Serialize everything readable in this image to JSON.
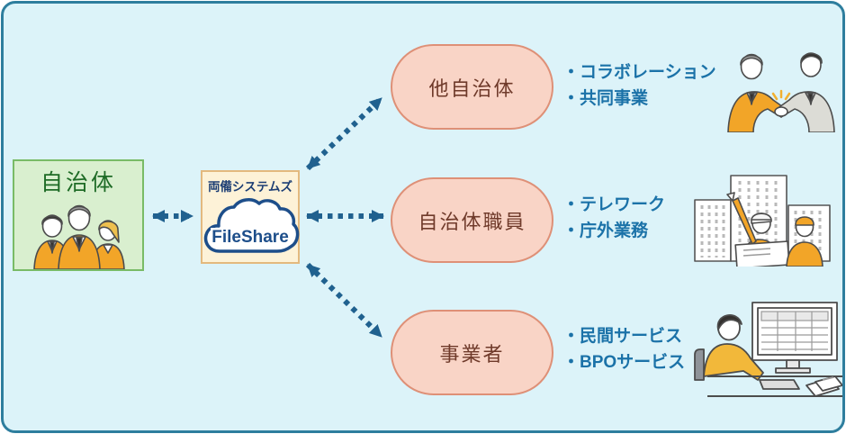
{
  "diagram": {
    "source": {
      "label": "自治体"
    },
    "hub": {
      "vendor": "両備システムズ",
      "product": "FileShare"
    },
    "targets": [
      {
        "label": "他自治体",
        "bullets": [
          "・コラボレーション",
          "・共同事業"
        ]
      },
      {
        "label": "自治体職員",
        "bullets": [
          "・テレワーク",
          "・庁外業務"
        ]
      },
      {
        "label": "事業者",
        "bullets": [
          "・民間サービス",
          "・BPOサービス"
        ]
      }
    ]
  },
  "icons": {
    "cloud-icon": "cloud shape around product name",
    "officials-illustration": "three municipal staff in orange suits",
    "handshake-illustration": "two businessmen shaking hands",
    "construction-workers-illustration": "two helmeted workers with blueprint in front of buildings",
    "office-worker-illustration": "person working at desk computer with spreadsheet"
  },
  "colors": {
    "canvas_background": "#dcf3f9",
    "frame_border": "#2e7e9e",
    "source_fill": "#d9efcf",
    "source_border": "#79bb67",
    "source_text": "#1e6b26",
    "hub_fill": "#fdf2d7",
    "hub_border": "#e3b97e",
    "hub_text": "#1c3e74",
    "cloud_blue": "#1d4e8a",
    "pill_fill": "#f9d4c6",
    "pill_border": "#de9077",
    "pill_text": "#6f3a2a",
    "notes_text": "#1b72a8",
    "arrow": "#20618f",
    "illustration_orange": "#f2a528"
  }
}
